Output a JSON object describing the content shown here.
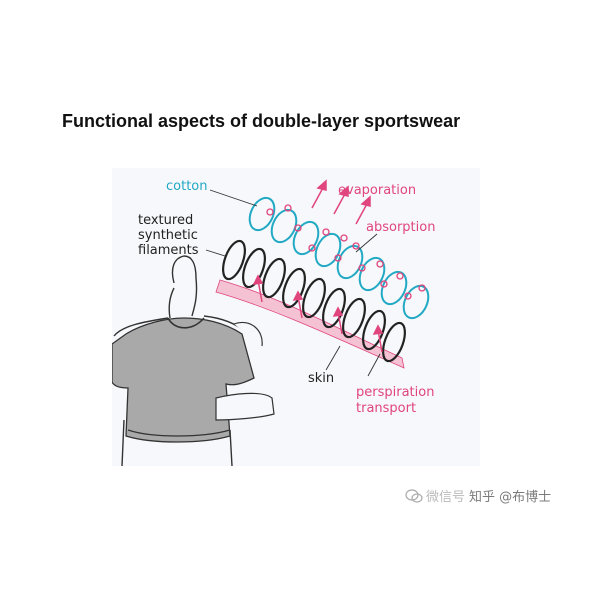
{
  "title": "Functional aspects of double-layer sportswear",
  "labels": {
    "cotton": "cotton",
    "textured_line1": "textured",
    "textured_line2": "synthetic",
    "textured_line3": "filaments",
    "evaporation": "evaporation",
    "absorption": "absorption",
    "skin": "skin",
    "perspiration_line1": "perspiration",
    "perspiration_line2": "transport"
  },
  "watermark": {
    "faded": "微信号",
    "primary": "知乎 @布博士"
  },
  "colors": {
    "cotton": "#22a9c4",
    "filament": "#222222",
    "moisture": "#e0457d",
    "skin": "#f4c2d3",
    "shirt": "#a9a9a9"
  },
  "icons": [
    "wechat-icon"
  ]
}
